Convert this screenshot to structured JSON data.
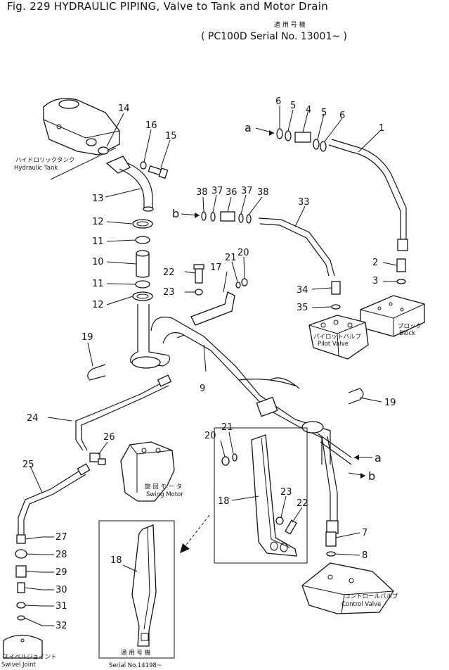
{
  "header": {
    "title": "Fig. 229  HYDRAULIC PIPING, Valve to Tank and Motor Drain",
    "applicable_jp": "適 用 号 機",
    "applicable": "( PC100D Serial No. 13001~ )"
  },
  "components": {
    "hydraulic_tank_jp": "ハイドロリックタンク",
    "hydraulic_tank": "Hydraulic  Tank",
    "block_jp": "ブロック",
    "block": "Block",
    "pilot_valve_jp": "パイロットバルブ",
    "pilot_valve": "Pilot  Valve",
    "swing_motor_jp": "旋 回 モ ー タ",
    "swing_motor": "Swing  Motor",
    "control_valve_jp": "コントロールバルブ",
    "control_valve": "Control  Valve",
    "swivel_joint_jp": "スイベルジョイント",
    "swivel_joint": "Swivel  Joint"
  },
  "inset": {
    "applicable_jp": "適 用 号 機",
    "serial": "Serial  No.14198~",
    "part": "18"
  },
  "connections": {
    "a1": "a",
    "b1": "b",
    "a2": "a",
    "b2": "b"
  },
  "parts": {
    "p1": "1",
    "p2": "2",
    "p3": "3",
    "p4": "4",
    "p5a": "5",
    "p5b": "5",
    "p6a": "6",
    "p6b": "6",
    "p7": "7",
    "p8": "8",
    "p9": "9",
    "p10": "10",
    "p11a": "11",
    "p11b": "11",
    "p12a": "12",
    "p12b": "12",
    "p13": "13",
    "p14": "14",
    "p15": "15",
    "p16": "16",
    "p17": "17",
    "p18": "18",
    "p19a": "19",
    "p19b": "19",
    "p20a": "20",
    "p20b": "20",
    "p21a": "21",
    "p21b": "21",
    "p22a": "22",
    "p22b": "22",
    "p23a": "23",
    "p23b": "23",
    "p24": "24",
    "p25": "25",
    "p26": "26",
    "p27": "27",
    "p28": "28",
    "p29": "29",
    "p30": "30",
    "p31": "31",
    "p32": "32",
    "p33": "33",
    "p34": "34",
    "p35": "35",
    "p36": "36",
    "p37a": "37",
    "p37b": "37",
    "p38a": "38",
    "p38b": "38"
  }
}
